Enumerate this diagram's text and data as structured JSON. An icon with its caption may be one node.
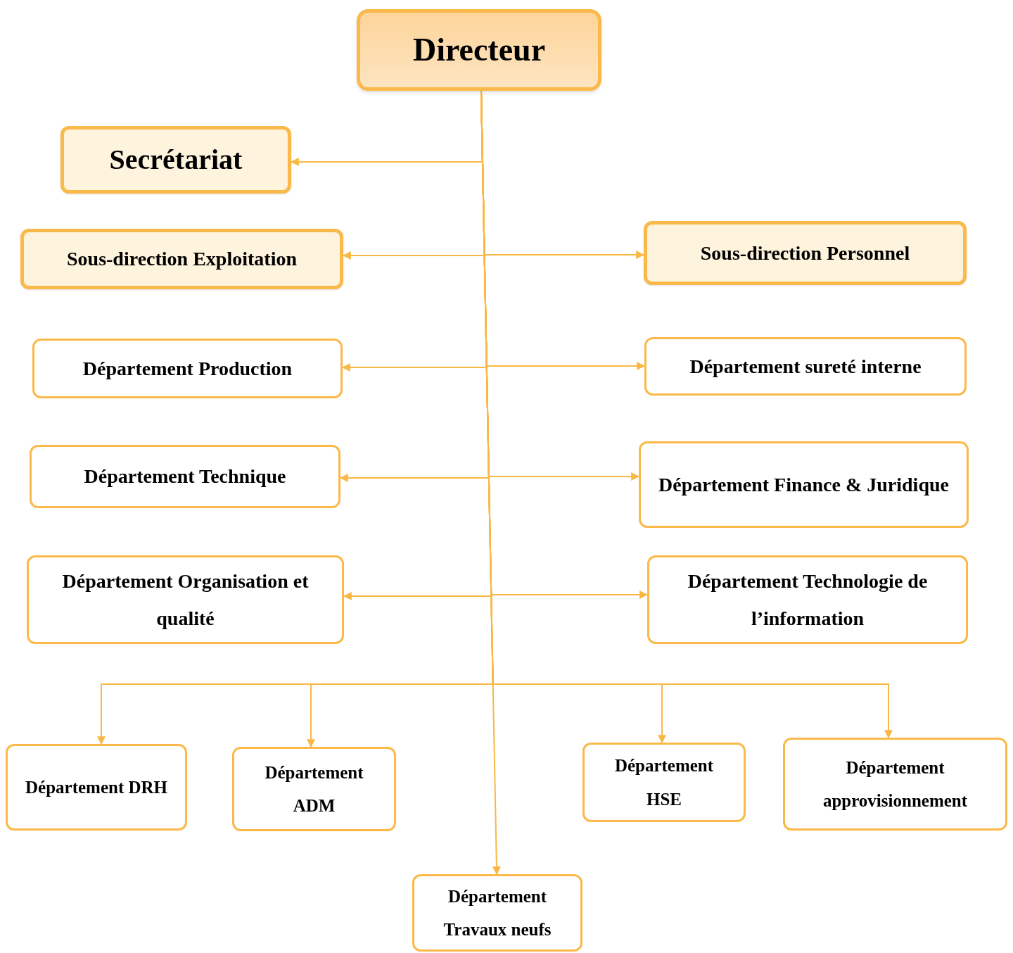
{
  "diagram": {
    "nodes": [
      {
        "text": [
          "Directeur"
        ]
      },
      {
        "text": [
          "Secrétariat"
        ]
      },
      {
        "text": [
          "Sous-direction Exploitation"
        ]
      },
      {
        "text": [
          "Sous-direction Personnel"
        ]
      },
      {
        "text": [
          "Département Production"
        ]
      },
      {
        "text": [
          "Département sureté interne"
        ]
      },
      {
        "text": [
          "Département Technique"
        ]
      },
      {
        "text": [
          "Département Finance & Juridique"
        ]
      },
      {
        "text": [
          "Département Organisation et qualité"
        ]
      },
      {
        "text": [
          "Département Technologie de l’information"
        ]
      },
      {
        "text": [
          "Département DRH"
        ]
      },
      {
        "text": [
          "Département ADM"
        ]
      },
      {
        "text": [
          "Département HSE"
        ]
      },
      {
        "text": [
          "Département approvisionnement"
        ]
      },
      {
        "text": [
          "Département Travaux neufs"
        ]
      }
    ],
    "edges": [
      {
        "from": 0,
        "to": 1,
        "arrow": "to"
      },
      {
        "from": 0,
        "to": 2,
        "arrow": "to"
      },
      {
        "from": 0,
        "to": 3,
        "arrow": "to"
      },
      {
        "from": 0,
        "to": 4,
        "arrow": "to"
      },
      {
        "from": 0,
        "to": 5,
        "arrow": "to"
      },
      {
        "from": 0,
        "to": 6,
        "arrow": "to"
      },
      {
        "from": 0,
        "to": 7,
        "arrow": "to"
      },
      {
        "from": 0,
        "to": 8,
        "arrow": "to"
      },
      {
        "from": 0,
        "to": 9,
        "arrow": "to"
      },
      {
        "from": 0,
        "to": 10,
        "arrow": "to"
      },
      {
        "from": 0,
        "to": 11,
        "arrow": "to"
      },
      {
        "from": 0,
        "to": 12,
        "arrow": "to"
      },
      {
        "from": 0,
        "to": 13,
        "arrow": "to"
      },
      {
        "from": 0,
        "to": 14,
        "arrow": "to"
      }
    ]
  }
}
